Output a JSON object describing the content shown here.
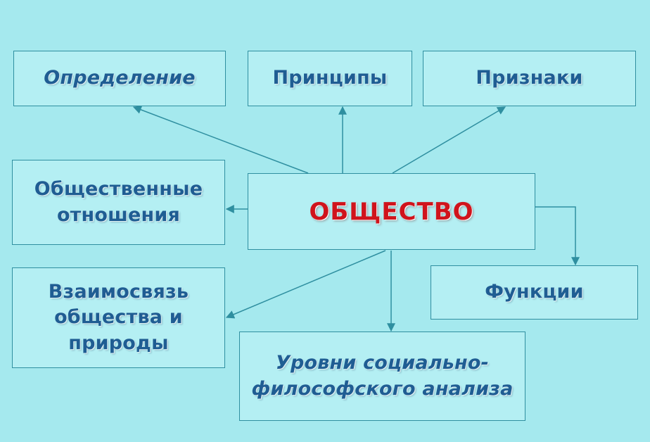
{
  "diagram": {
    "center": "ОБЩЕСТВО",
    "nodes": {
      "definition": "Определение",
      "principles": "Принципы",
      "signs": "Признаки",
      "social_relations": "Общественные\nотношения",
      "society_nature": "Взаимосвязь\nобщества и\nприроды",
      "levels": "Уровни социально-\nфилософского анализа",
      "functions": "Функции"
    },
    "colors": {
      "background": "#a5e9ee",
      "box_fill": "#b4eff3",
      "border": "#2f8fa0",
      "text": "#1f5d93",
      "center_text": "#d0141c"
    }
  }
}
